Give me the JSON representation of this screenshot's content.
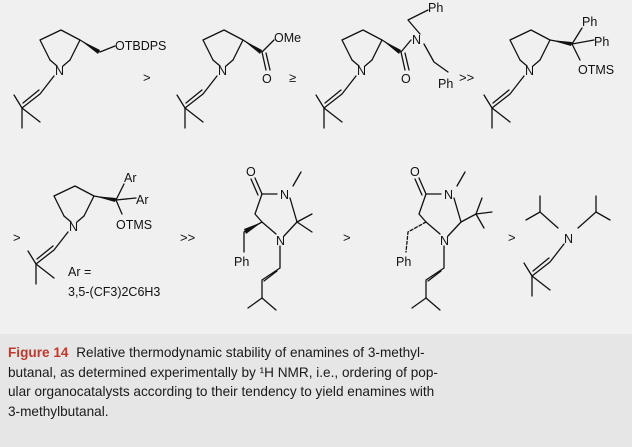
{
  "structures": [
    {
      "substituent": "OTBDPS"
    },
    {
      "substituent": "OMe",
      "heteroatoms": [
        "O"
      ]
    },
    {
      "substituents": [
        "Ph",
        "Ph"
      ],
      "heteroatoms": [
        "N",
        "O"
      ]
    },
    {
      "substituents": [
        "Ph",
        "Ph",
        "OTMS"
      ]
    },
    {
      "substituents": [
        "Ar",
        "Ar",
        "OTMS"
      ],
      "definition": "Ar =",
      "definition_formula": "3,5-(CF3)2C6H3"
    },
    {
      "substituent": "Ph",
      "heteroatoms": [
        "O",
        "N",
        "N"
      ]
    },
    {
      "substituent": "Ph",
      "heteroatoms": [
        "O",
        "N",
        "N"
      ]
    },
    {
      "heteroatoms": [
        "N"
      ]
    }
  ],
  "comparators": [
    ">",
    "≥",
    ">>",
    ">",
    ">>",
    ">",
    ">"
  ],
  "caption": {
    "label": "Figure 14",
    "lines": [
      "Relative thermodynamic stability of enamines of 3-methyl-",
      "butanal, as determined experimentally by ¹H NMR, i.e., ordering of pop-",
      "ular organocatalysts according to their tendency to yield enamines with",
      "3-methylbutanal."
    ]
  }
}
